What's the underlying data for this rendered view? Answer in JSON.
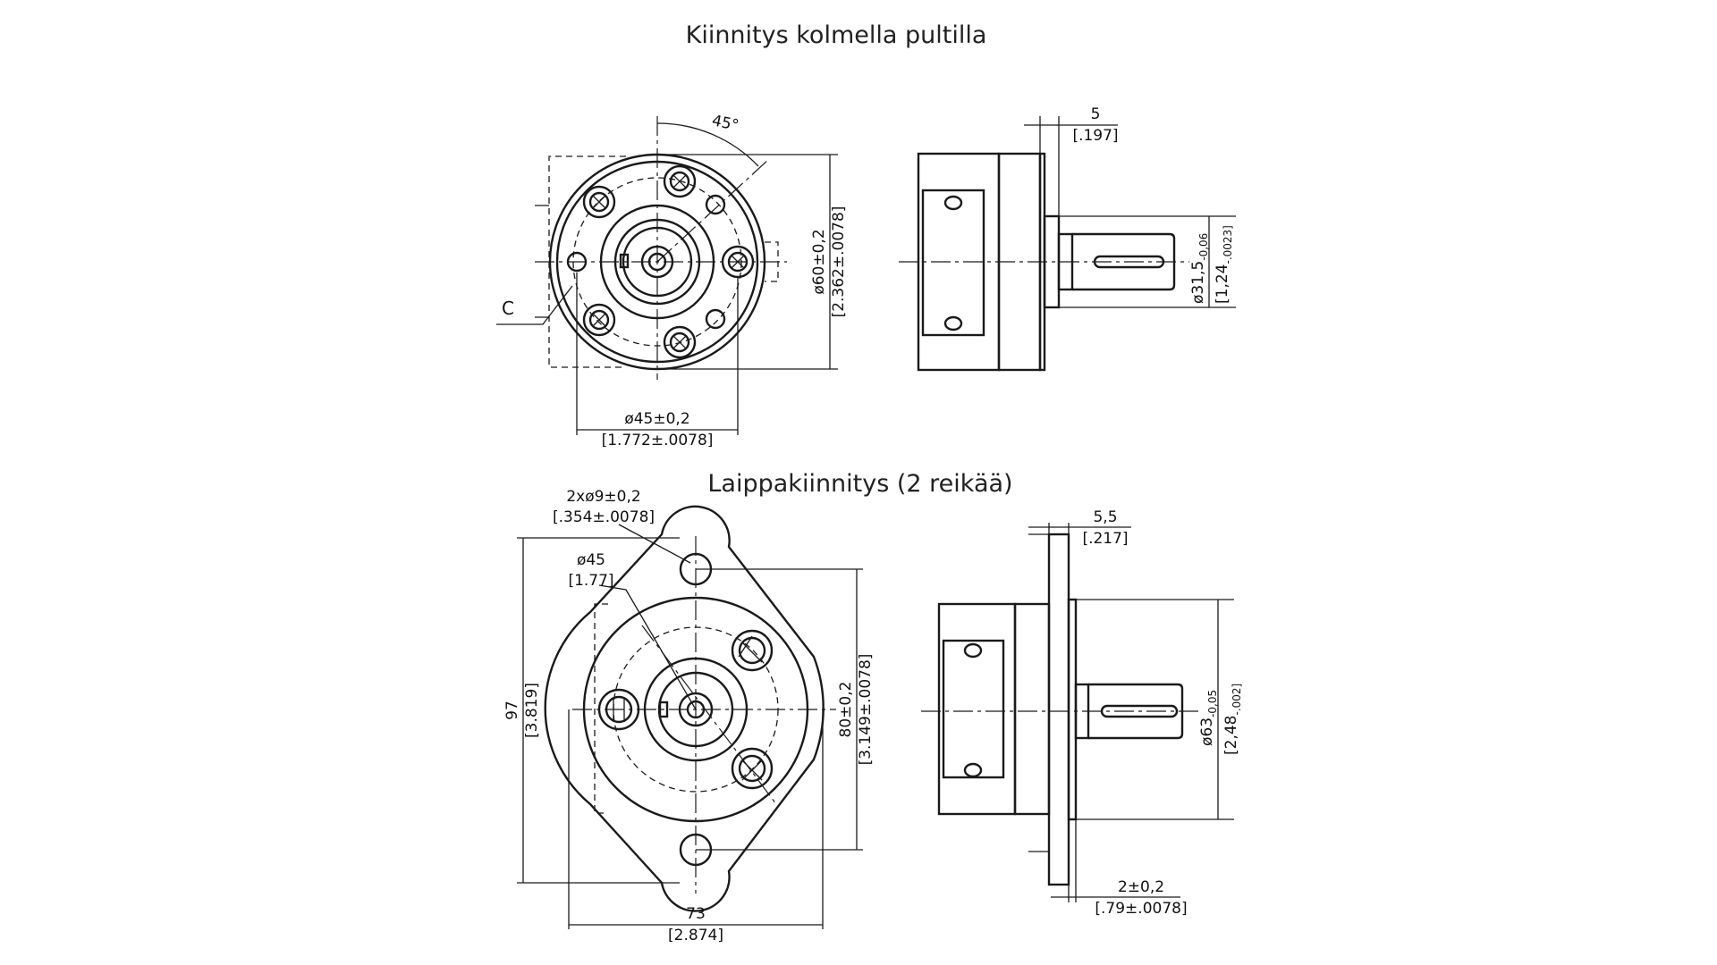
{
  "titles": {
    "top": "Kiinnitys kolmella pultilla",
    "bottom": "Laippakiinnitys (2 reikää)"
  },
  "top_front": {
    "angle": "45°",
    "label_c": "C",
    "bolt_circle_mm": "ø45±0,2",
    "bolt_circle_in": "[1.772±.0078]",
    "pilot_mm": "ø60±0,2",
    "pilot_in": "[2.362±.0078]"
  },
  "top_side": {
    "offset_mm": "5",
    "offset_in": "[.197]",
    "shaft_mm": "ø31,5",
    "shaft_mm_tol": "-0,06",
    "shaft_in": "[1,24",
    "shaft_in_tol": "-.0023]"
  },
  "bottom_front": {
    "holes_mm": "2xø9±0,2",
    "holes_in": "[.354±.0078]",
    "pilot_mm": "ø45",
    "pilot_in": "[1.77]",
    "height_mm": "97",
    "height_in": "[3.819]",
    "hole_spacing_mm": "80±0,2",
    "hole_spacing_in": "[3.149±.0078]",
    "width_mm": "73",
    "width_in": "[2.874]"
  },
  "bottom_side": {
    "offset_mm": "5,5",
    "offset_in": "[.217]",
    "flange_mm": "2±0,2",
    "flange_in": "[.79±.0078]",
    "shaft_mm": "ø63",
    "shaft_mm_tol": "-0,05",
    "shaft_in": "[2,48",
    "shaft_in_tol": "-.002]"
  }
}
